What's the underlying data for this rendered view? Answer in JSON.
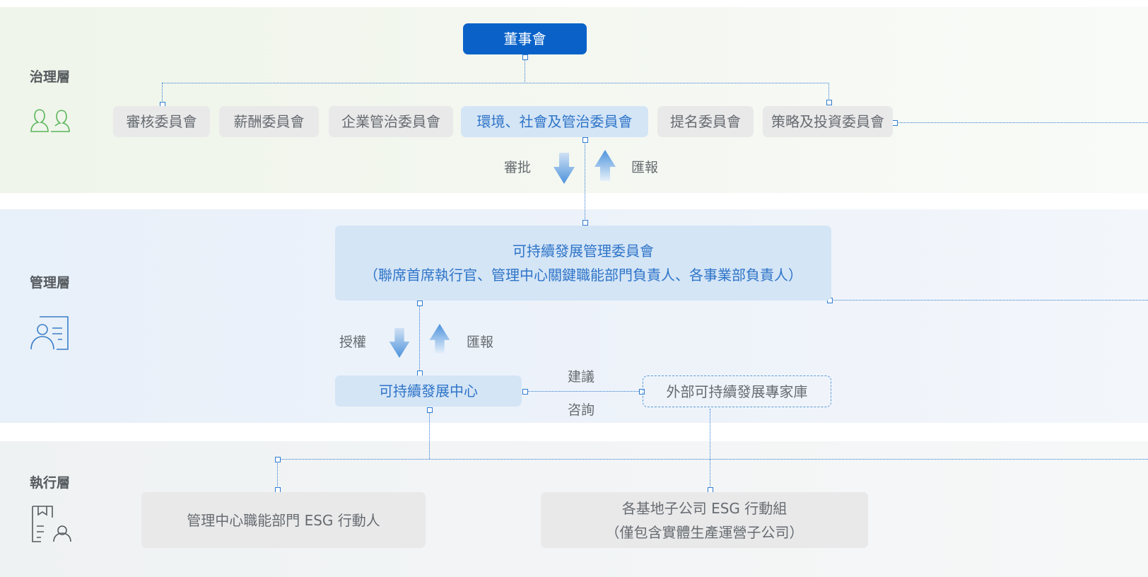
{
  "layers": {
    "governance": "治理層",
    "management": "管理層",
    "execution": "執行層"
  },
  "governance": {
    "board": "董事會",
    "committees": [
      "審核委員會",
      "薪酬委員會",
      "企業管治委員會",
      "環境、社會及管治委員會",
      "提名委員會",
      "策略及投資委員會"
    ]
  },
  "flows": {
    "approve": "審批",
    "report1": "匯報",
    "authorize": "授權",
    "report2": "匯報",
    "advise": "建議",
    "consult": "咨詢"
  },
  "management": {
    "committee_line1": "可持續發展管理委員會",
    "committee_line2": "（聯席首席執行官、管理中心關鍵職能部門負責人、各事業部負責人）",
    "center": "可持續發展中心",
    "expert_pool": "外部可持續發展專家庫"
  },
  "execution": {
    "functional": "管理中心職能部門 ESG 行動人",
    "base_line1": "各基地子公司 ESG 行動組",
    "base_line2": "（僅包含實體生產運營子公司）"
  },
  "icons": {
    "governance": "people-icon",
    "management": "document-person-icon",
    "execution": "person-list-icon",
    "down": "arrow-down-icon",
    "up": "arrow-up-icon"
  },
  "colors": {
    "board": "#0a62c9",
    "accent": "#2e74c8",
    "governance_icon": "#5ab55a",
    "management_icon": "#3a7fc8",
    "execution_icon": "#555a5e"
  }
}
